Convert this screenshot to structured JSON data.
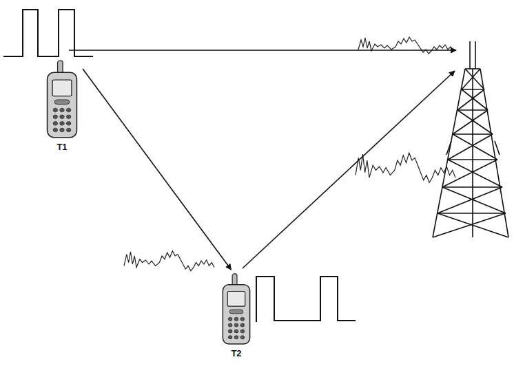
{
  "diagram": {
    "nodes": [
      {
        "text": [
          "T1"
        ]
      },
      {
        "text": [
          "T2"
        ]
      }
    ],
    "edges": [
      {
        "from": 0,
        "to": 1,
        "arrow": "to"
      }
    ]
  }
}
